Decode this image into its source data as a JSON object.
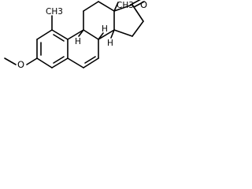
{
  "molecule": {
    "atom_labels": {
      "ketone_oxygen": "O",
      "ether_oxygen": "O",
      "ring_methyl": "CH3",
      "angular_methyl": "CH3",
      "stereo_h_1": "H",
      "stereo_h_2": "H",
      "stereo_h_3": "H"
    }
  },
  "colors": {
    "bond": "#000000",
    "background": "#ffffff"
  }
}
